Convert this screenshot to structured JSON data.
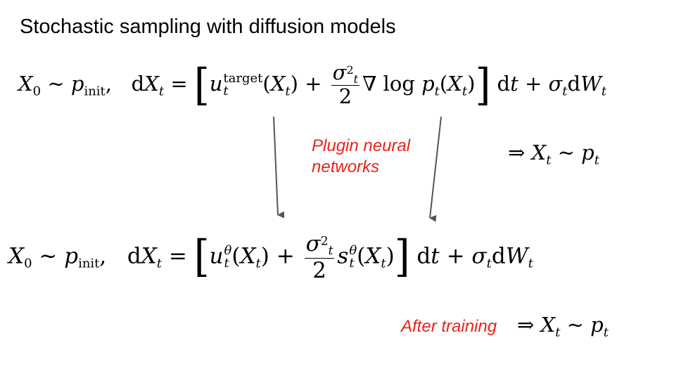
{
  "slide": {
    "title": "Stochastic sampling with diffusion models",
    "annotation_plugin_line1": "Plugin neural",
    "annotation_plugin_line2": "networks",
    "annotation_after": "After training",
    "result_top": "⇒ X_t ~ p_t",
    "result_bottom": "⇒ X_t ~ p_t"
  }
}
